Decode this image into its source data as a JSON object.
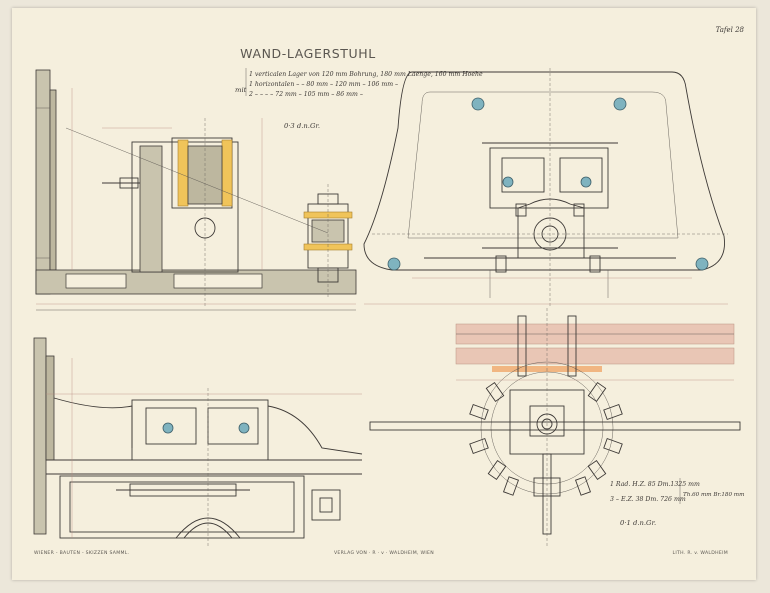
{
  "plate": {
    "number": "Tafel 28",
    "title": "WAND-LAGERSTUHL",
    "spec": {
      "bracket_label": "mit",
      "row1": "1 verticalen Lager  von  120 mm Bohrung, 180 mm Laenge, 160 mm Hoehe",
      "row2": "1 horizontalen  –  –    80 mm  –   120 mm  –   106 mm  –",
      "row3": "2   –    –    –    –    72 mm  –   105 mm  –   86 mm  –"
    },
    "scale_top": "0·3 d.n.Gr.",
    "bottom_note": {
      "line1": "1 Rad. H.Z. 85 Dm.1325 mm",
      "line2": "3  –  E.Z. 38 Dm. 726 mm",
      "brace": "Th.60 mm Br.180 mm",
      "scale": "0·1 d.n.Gr."
    },
    "footer": {
      "left": "WIENER - BAUTEN - SKIZZEN SAMML.",
      "center": "VERLAG VON · R · v · WALDHEIM, WIEN",
      "right": "LITH. R. v. WALDHEIM"
    },
    "colors": {
      "paper": "#f5efdd",
      "section_fill": "#c9c4ae",
      "brass": "#f0c45a",
      "bolt_heads": "#7fb3bf",
      "wall_beam": "#e8c2b1"
    }
  }
}
